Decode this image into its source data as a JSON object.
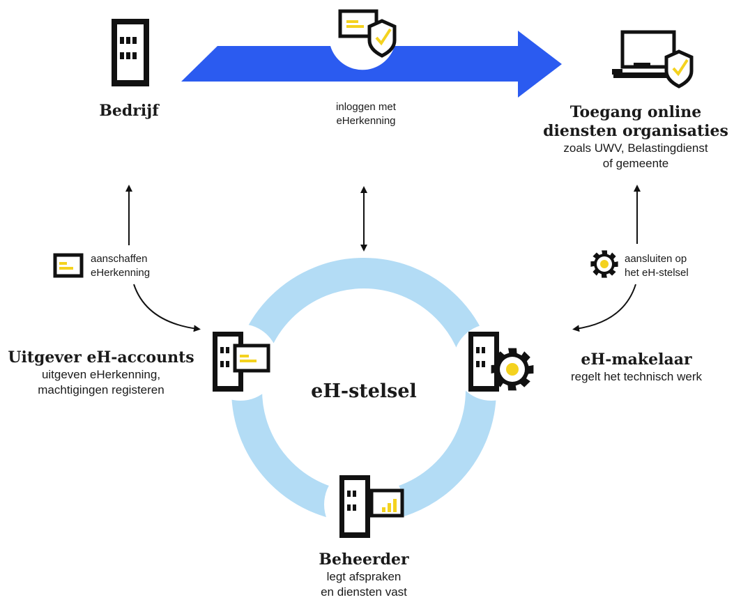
{
  "colors": {
    "ring": "#b3dcf5",
    "arrow": "#2b5bf0",
    "ink": "#111111",
    "accent": "#f4d21f"
  },
  "nodes": {
    "bedrijf": {
      "title": "Bedrijf"
    },
    "toegang": {
      "title_line1": "Toegang online",
      "title_line2": "diensten organisaties",
      "sub_line1": "zoals UWV, Belastingdienst",
      "sub_line2": "of gemeente"
    },
    "uitgever": {
      "title": "Uitgever eH-accounts",
      "sub_line1": "uitgeven eHerkenning,",
      "sub_line2": "machtigingen registeren"
    },
    "makelaar": {
      "title": "eH-makelaar",
      "sub": "regelt het technisch werk"
    },
    "beheerder": {
      "title": "Beheerder",
      "sub_line1": "legt afspraken",
      "sub_line2": "en diensten vast"
    },
    "center": {
      "title": "eH-stelsel"
    }
  },
  "flows": {
    "login": {
      "line1": "inloggen met",
      "line2": "eHerkenning"
    },
    "aanschaffen": {
      "line1": "aanschaffen",
      "line2": "eHerkenning"
    },
    "aansluiten": {
      "line1": "aansluiten op",
      "line2": "het eH-stelsel"
    }
  },
  "icons": [
    "building-icon",
    "id-card-shield-icon",
    "laptop-shield-icon",
    "id-card-icon",
    "gear-icon",
    "building-card-icon",
    "building-gear-icon",
    "building-chart-icon"
  ]
}
